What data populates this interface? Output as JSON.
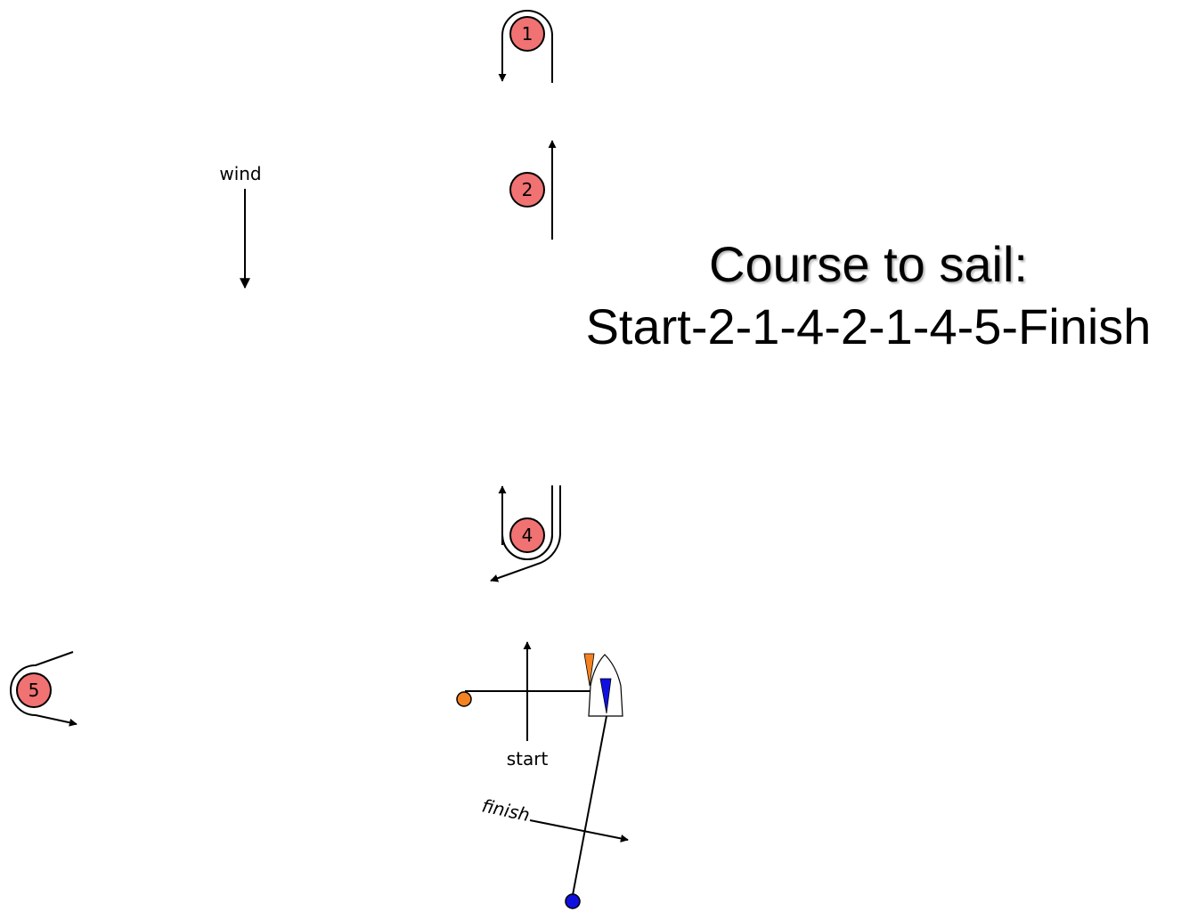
{
  "title": {
    "line1": "Course to sail:",
    "line2": "Start-2-1-4-2-1-4-5-Finish"
  },
  "labels": {
    "wind": "wind",
    "start": "start",
    "finish": "finish"
  },
  "marks": [
    {
      "id": "1",
      "label": "1"
    },
    {
      "id": "2",
      "label": "2"
    },
    {
      "id": "4",
      "label": "4"
    },
    {
      "id": "5",
      "label": "5"
    }
  ],
  "colors": {
    "mark_fill": "#f07272",
    "pin_start": "#f58220",
    "pin_finish": "#1010e0",
    "sail_orange": "#f58220",
    "sail_blue": "#1010e0"
  }
}
